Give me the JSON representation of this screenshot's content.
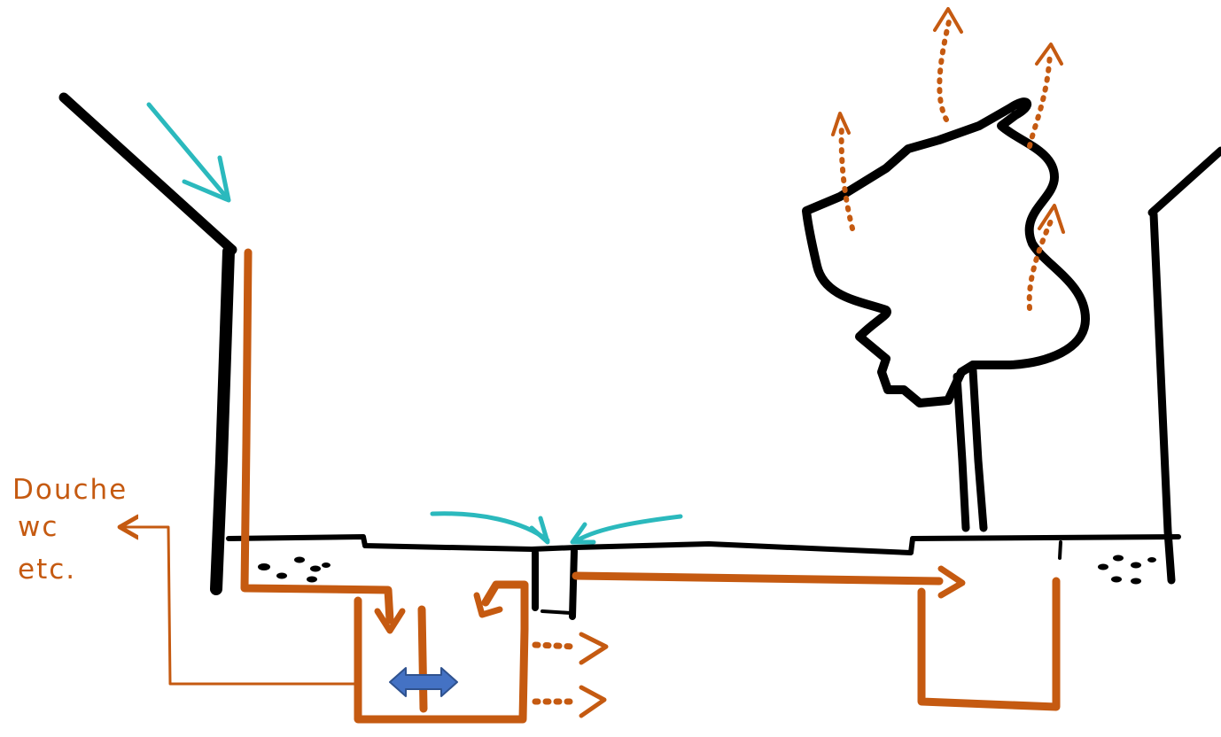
{
  "label": {
    "lines": [
      "Douche",
      "wc",
      "etc."
    ]
  },
  "colors": {
    "ink": "#000000",
    "water_flow": "#c55a11",
    "rain": "#2bb9bd",
    "adjust": "#4472c4",
    "background": "#ffffff"
  },
  "icons": {
    "rain_arrow": "teal-arrow-icon",
    "adjust_arrow": "double-arrow-icon",
    "evaporation": "dotted-arrow-icon"
  }
}
